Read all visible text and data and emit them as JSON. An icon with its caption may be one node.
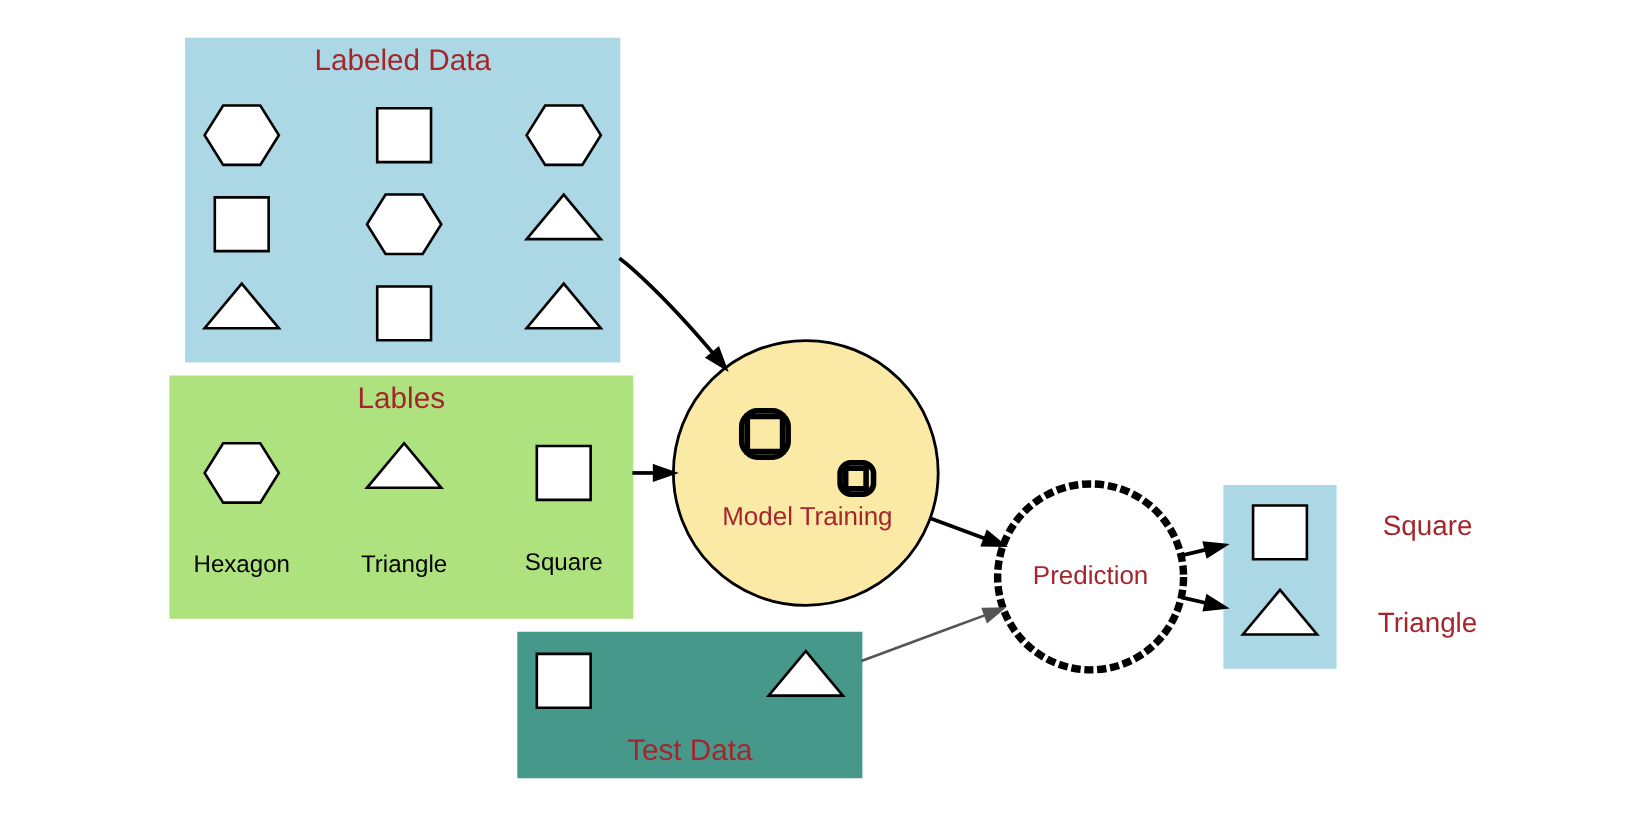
{
  "diagram": {
    "nodes": [
      {
        "text": [
          "Labeled Data"
        ]
      },
      {
        "text": [],
        "shape": "hexagon",
        "in": 0
      },
      {
        "text": [],
        "shape": "square",
        "in": 0
      },
      {
        "text": [],
        "shape": "hexagon",
        "in": 0
      },
      {
        "text": [],
        "shape": "square",
        "in": 0
      },
      {
        "text": [],
        "shape": "hexagon",
        "in": 0
      },
      {
        "text": [],
        "shape": "triangle",
        "in": 0
      },
      {
        "text": [],
        "shape": "triangle",
        "in": 0
      },
      {
        "text": [],
        "shape": "square",
        "in": 0
      },
      {
        "text": [],
        "shape": "triangle",
        "in": 0
      },
      {
        "text": [
          "Model Training"
        ]
      },
      {
        "text": [
          "Lables"
        ]
      },
      {
        "text": [],
        "shape": "hexagon",
        "in": 11,
        "beside": [
          "Hexagon"
        ]
      },
      {
        "text": [],
        "shape": "triangle",
        "in": 11,
        "beside": [
          "Triangle"
        ]
      },
      {
        "text": [],
        "shape": "square",
        "in": 11,
        "beside": [
          "Square"
        ]
      },
      {
        "text": [
          "Prediction"
        ]
      },
      {
        "text": [
          "Test Data"
        ]
      },
      {
        "text": [],
        "shape": "square",
        "in": 16
      },
      {
        "text": [],
        "shape": "triangle",
        "in": 16
      },
      {
        "text": [],
        "shape": "box"
      },
      {
        "text": [],
        "shape": "square",
        "in": 19,
        "beside": [
          "Square"
        ]
      },
      {
        "text": [],
        "shape": "triangle",
        "in": 19,
        "beside": [
          "Triangle"
        ]
      }
    ],
    "edges": [
      {
        "from": 0,
        "to": 10,
        "arrow": "to"
      },
      {
        "from": 11,
        "to": 10,
        "arrow": "to"
      },
      {
        "from": 10,
        "to": 15,
        "arrow": "to"
      },
      {
        "from": 16,
        "to": 15,
        "arrow": "to",
        "color": "#555555"
      },
      {
        "from": 15,
        "to": 19,
        "arrow": "to"
      },
      {
        "from": 15,
        "to": 19,
        "arrow": "to"
      }
    ]
  }
}
